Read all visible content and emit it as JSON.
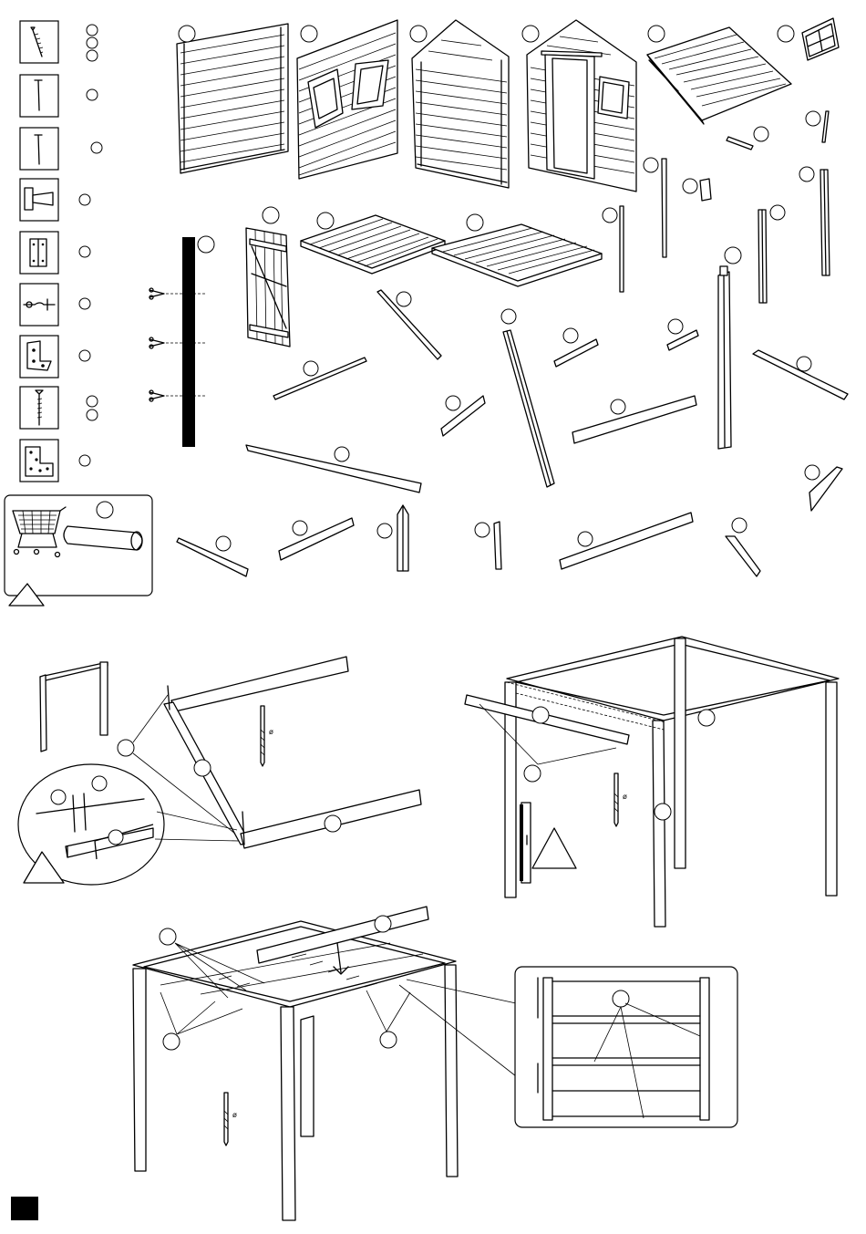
{
  "page": {
    "title": "",
    "page_number": ""
  },
  "hardware_legend": [
    {
      "icon": "wood-screw-icon",
      "callouts": 3
    },
    {
      "icon": "nail-icon",
      "callouts": 1
    },
    {
      "icon": "long-nail-icon",
      "callouts": 1
    },
    {
      "icon": "t-hinge-icon",
      "callouts": 1
    },
    {
      "icon": "butt-hinge-icon",
      "callouts": 1
    },
    {
      "icon": "hook-and-eye-icon",
      "callouts": 1
    },
    {
      "icon": "angle-bracket-icon",
      "callouts": 1
    },
    {
      "icon": "long-screw-icon",
      "callouts": 2
    },
    {
      "icon": "flat-angle-bracket-icon",
      "callouts": 1
    }
  ],
  "cut_marks": 3,
  "warning_panel": {
    "icons": [
      "shopping-cart-icon",
      "rolled-film-icon",
      "warning-triangle-icon"
    ]
  },
  "drill_label": "ø",
  "colors": {
    "ink": "#000000",
    "paper": "#ffffff"
  }
}
